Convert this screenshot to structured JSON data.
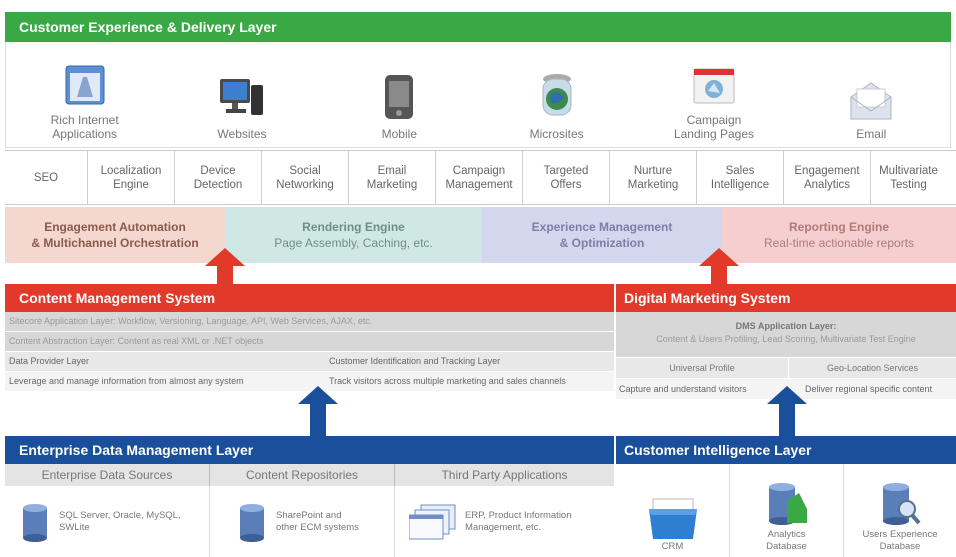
{
  "customer_layer": {
    "title": "Customer Experience & Delivery Layer",
    "color": "#3aa845"
  },
  "channels": [
    {
      "label": "Rich Internet\nApplications",
      "icon": "rich-internet-app-icon"
    },
    {
      "label": "Websites",
      "icon": "computer-icon"
    },
    {
      "label": "Mobile",
      "icon": "mobile-device-icon"
    },
    {
      "label": "Microsites",
      "icon": "globe-jar-icon"
    },
    {
      "label": "Campaign\nLanding Pages",
      "icon": "landing-page-icon"
    },
    {
      "label": "Email",
      "icon": "envelope-icon"
    }
  ],
  "services": [
    {
      "label": "SEO"
    },
    {
      "label": "Localization\nEngine"
    },
    {
      "label": "Device\nDetection"
    },
    {
      "label": "Social\nNetworking"
    },
    {
      "label": "Email\nMarketing"
    },
    {
      "label": "Campaign\nManagement"
    },
    {
      "label": "Targeted\nOffers"
    },
    {
      "label": "Nurture\nMarketing"
    },
    {
      "label": "Sales\nIntelligence"
    },
    {
      "label": "Engagement\nAnalytics"
    },
    {
      "label": "Multivariate\nTesting"
    }
  ],
  "engines": [
    {
      "title": "Engagement Automation",
      "subtitle": "& Multichannel Orchestration",
      "color": "#f4d7cf",
      "text_color": "#8a5a4a"
    },
    {
      "title": "Rendering Engine",
      "subtitle": "Page Assembly, Caching, etc.",
      "color": "#cfe8e4",
      "text_color": "#6e8e8a"
    },
    {
      "title": "Experience Management",
      "subtitle": "& Optimization",
      "color": "#d3d7ee",
      "text_color": "#7a7fa8"
    },
    {
      "title": "Reporting Engine",
      "subtitle": "Real-time actionable reports",
      "color": "#f5cfcf",
      "text_color": "#b07a7a"
    }
  ],
  "cms": {
    "title": "Content Management System",
    "color": "#e2392b",
    "rows": [
      {
        "text": "Sitecore Application Layer: Workflow, Versioning, Language, API, Web Services, AJAX, etc."
      },
      {
        "text": "Content Abstraction Layer: Content as real XML or .NET objects"
      },
      {
        "text": "Data Provider Layer",
        "right": "Customer Identification and Tracking Layer"
      },
      {
        "text": "Leverage and manage information from almost any system",
        "right": "Track visitors across multiple marketing and sales channels"
      }
    ]
  },
  "dms": {
    "title": "Digital Marketing System",
    "color": "#e2392b",
    "app_title": "DMS Application Layer:",
    "app_subtitle": "Content & Users Profiling, Lead Scoring, Multivariate Test Engine",
    "row3_left": "Universal Profile",
    "row3_right": "Geo-Location Services",
    "row4_left": "Capture and understand visitors",
    "row4_right": "Deliver regional specific content"
  },
  "edm": {
    "title": "Enterprise Data Management Layer",
    "color": "#1a4f9c",
    "columns": [
      {
        "header": "Enterprise Data Sources",
        "text": "SQL Server, Oracle, MySQL,\nSWLite",
        "icon": "database-icon"
      },
      {
        "header": "Content Repositories",
        "text": "SharePoint and\nother ECM systems",
        "icon": "database-icon"
      },
      {
        "header": "Third Party Applications",
        "text": "ERP, Product Information\nManagement, etc.",
        "icon": "app-windows-icon"
      }
    ]
  },
  "cil": {
    "title": "Customer Intelligence Layer",
    "color": "#1a4f9c",
    "items": [
      {
        "label": "CRM",
        "icon": "crm-folder-icon"
      },
      {
        "label": "Analytics\nDatabase",
        "icon": "analytics-database-icon"
      },
      {
        "label": "Users Experience\nDatabase",
        "icon": "user-database-icon"
      }
    ]
  }
}
